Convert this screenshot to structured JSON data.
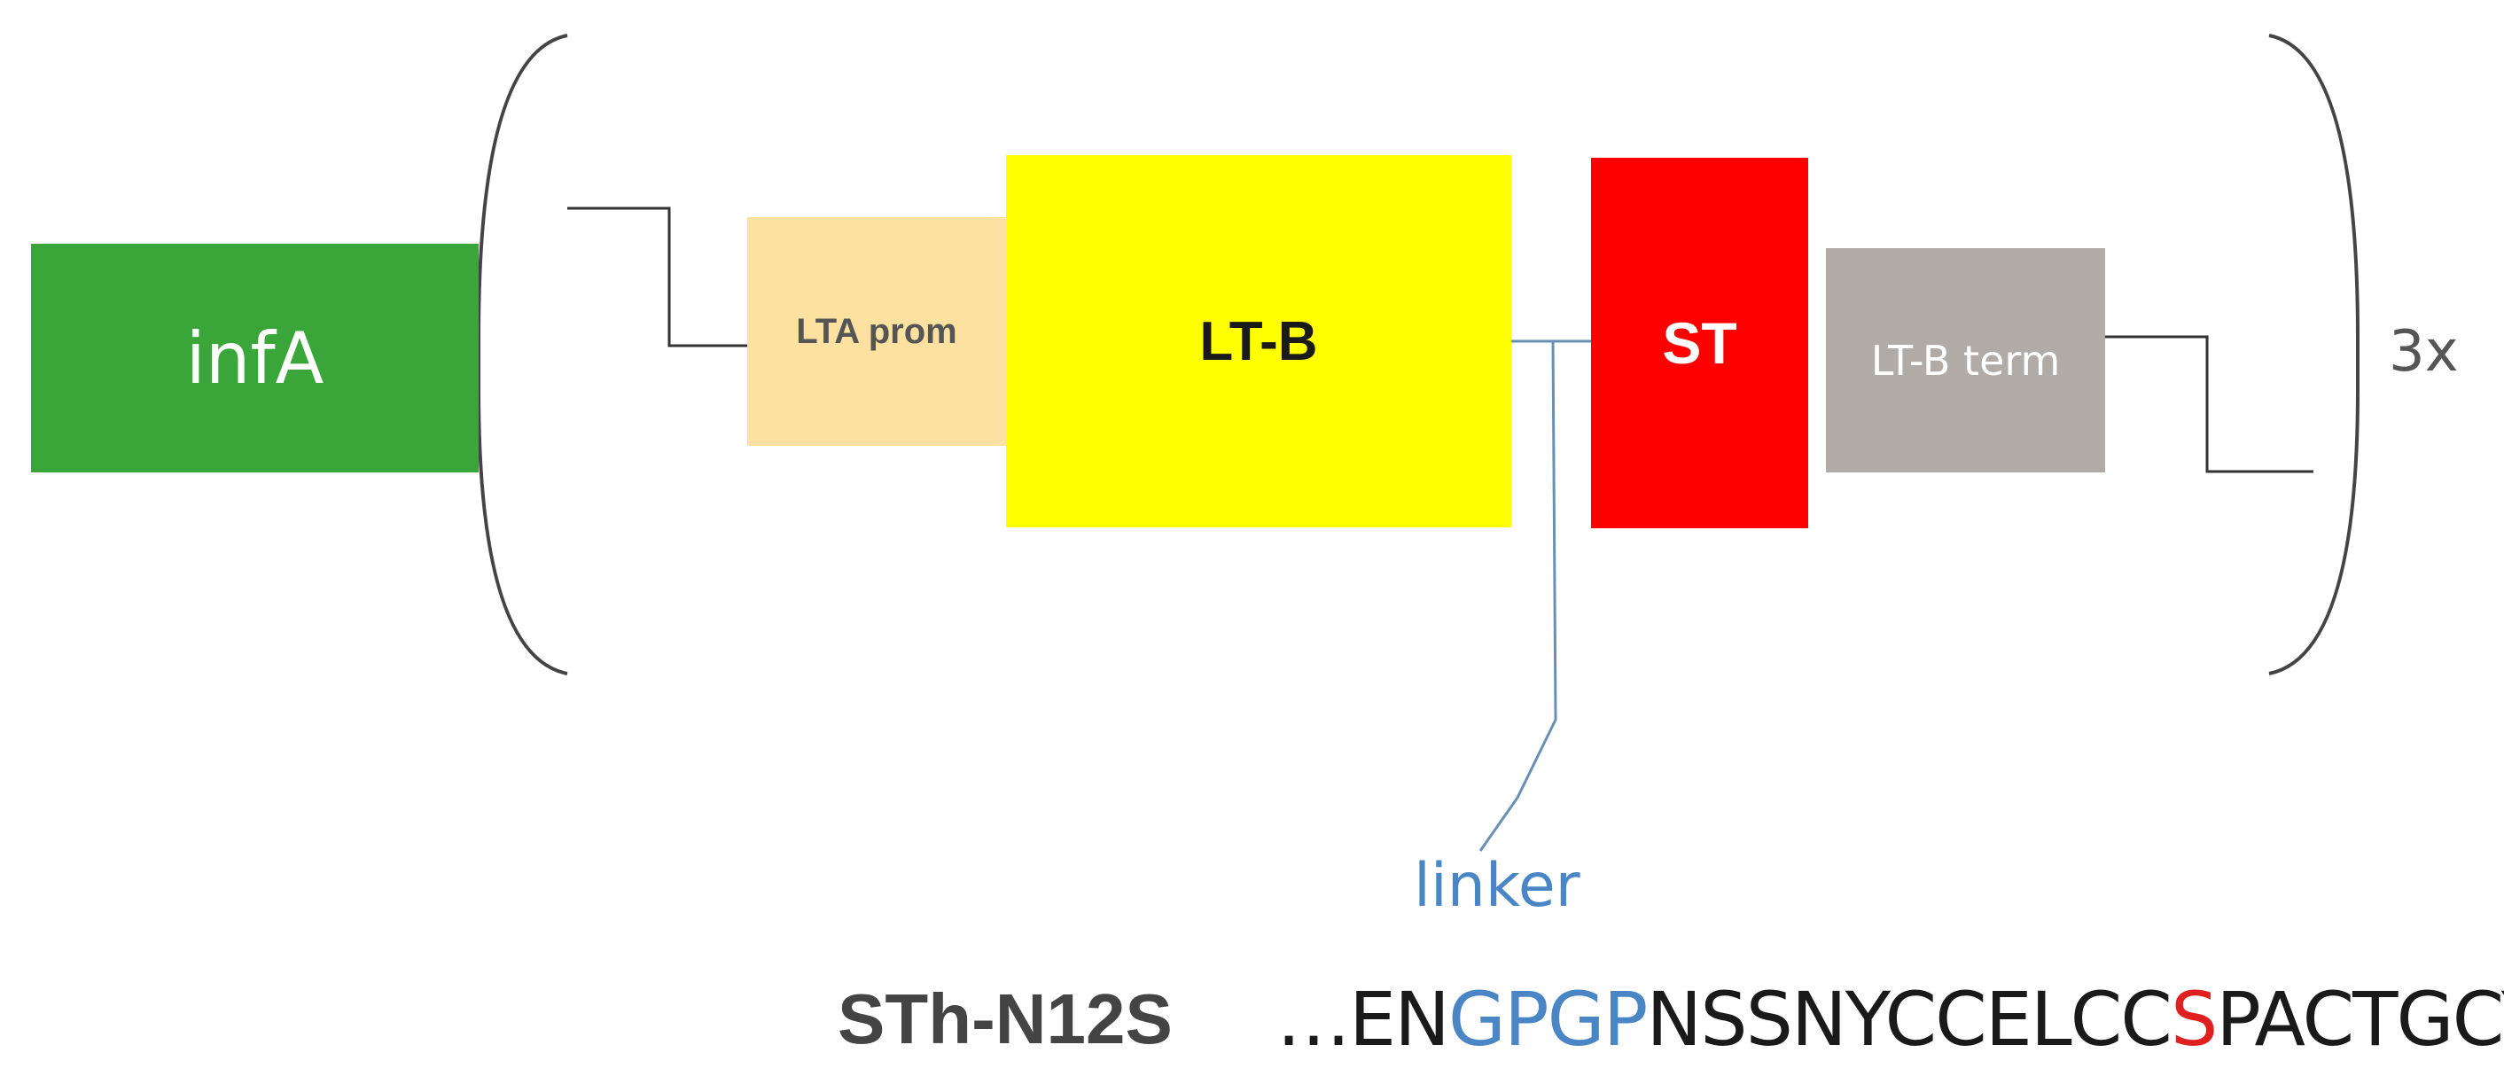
{
  "diagram": {
    "blocks": {
      "infA": {
        "label": "infA",
        "color": "#3aa63a",
        "text_color": "#ffffff"
      },
      "lta_prom": {
        "label": "LTA prom",
        "color": "#fce1a0",
        "text_color": "#555555"
      },
      "ltb": {
        "label": "LT-B",
        "color": "#ffff00",
        "text_color": "#1a1a1a"
      },
      "st": {
        "label": "ST",
        "color": "#ff0000",
        "text_color": "#ffffff"
      },
      "ltb_term": {
        "label": "LT-B term",
        "color": "#b0aba6",
        "text_color": "#ffffff"
      }
    },
    "repeat_label": "3x",
    "linker_label": "linker",
    "linker_color": "#4a86c5"
  },
  "sequence": {
    "name": "STh-N12S",
    "segments": [
      {
        "text": "…EN",
        "color": "#1a1a1a"
      },
      {
        "text": "GPGP",
        "color": "#4a86c5"
      },
      {
        "text": "NSSNYCCELCC",
        "color": "#1a1a1a"
      },
      {
        "text": "S",
        "color": "#e02020"
      },
      {
        "text": "PACTGCY",
        "color": "#1a1a1a"
      }
    ]
  }
}
